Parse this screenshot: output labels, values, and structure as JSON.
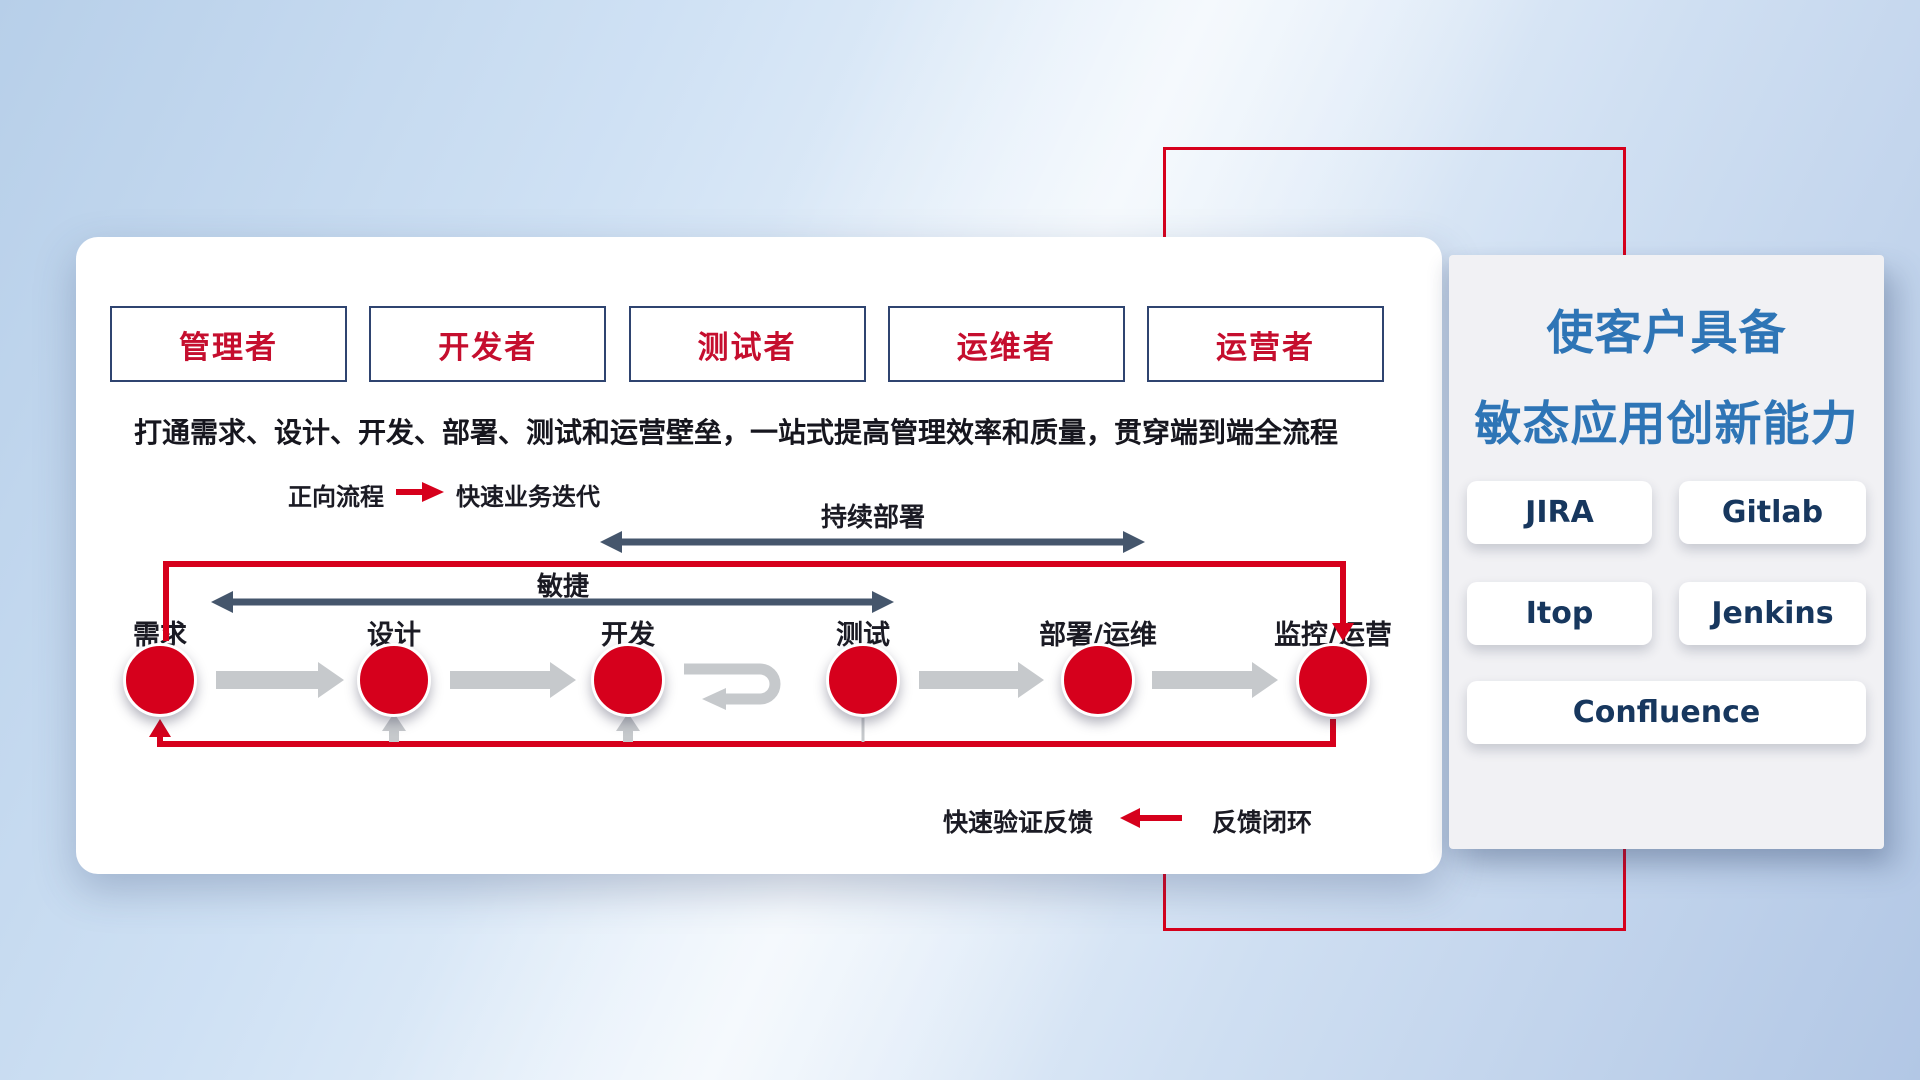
{
  "colors": {
    "accent_red": "#d6001c",
    "navy_border": "#2f4470",
    "title_blue": "#2e75b6",
    "button_text_navy": "#17375e",
    "dark_arrow": "#45566c",
    "gray_arrow": "#c6c9cc"
  },
  "roles": [
    {
      "label": "管理者"
    },
    {
      "label": "开发者"
    },
    {
      "label": "测试者"
    },
    {
      "label": "运维者"
    },
    {
      "label": "运营者"
    }
  ],
  "description": "打通需求、设计、开发、部署、测试和运营壁垒，一站式提高管理效率和质量，贯穿端到端全流程",
  "legend": {
    "forward_label": "正向流程",
    "forward_desc": "快速业务迭代",
    "feedback_desc": "快速验证反馈",
    "feedback_label": "反馈闭环"
  },
  "flow": {
    "deploy_label": "持续部署",
    "agile_label": "敏捷",
    "stages": [
      {
        "label": "需求"
      },
      {
        "label": "设计"
      },
      {
        "label": "开发"
      },
      {
        "label": "测试"
      },
      {
        "label": "部署/运维"
      },
      {
        "label": "监控/运营"
      }
    ]
  },
  "side_panel": {
    "title_line1": "使客户具备",
    "title_line2": "敏态应用创新能力",
    "tools": [
      {
        "label": "JIRA"
      },
      {
        "label": "Gitlab"
      },
      {
        "label": "Itop"
      },
      {
        "label": "Jenkins"
      },
      {
        "label": "Confluence"
      }
    ]
  }
}
